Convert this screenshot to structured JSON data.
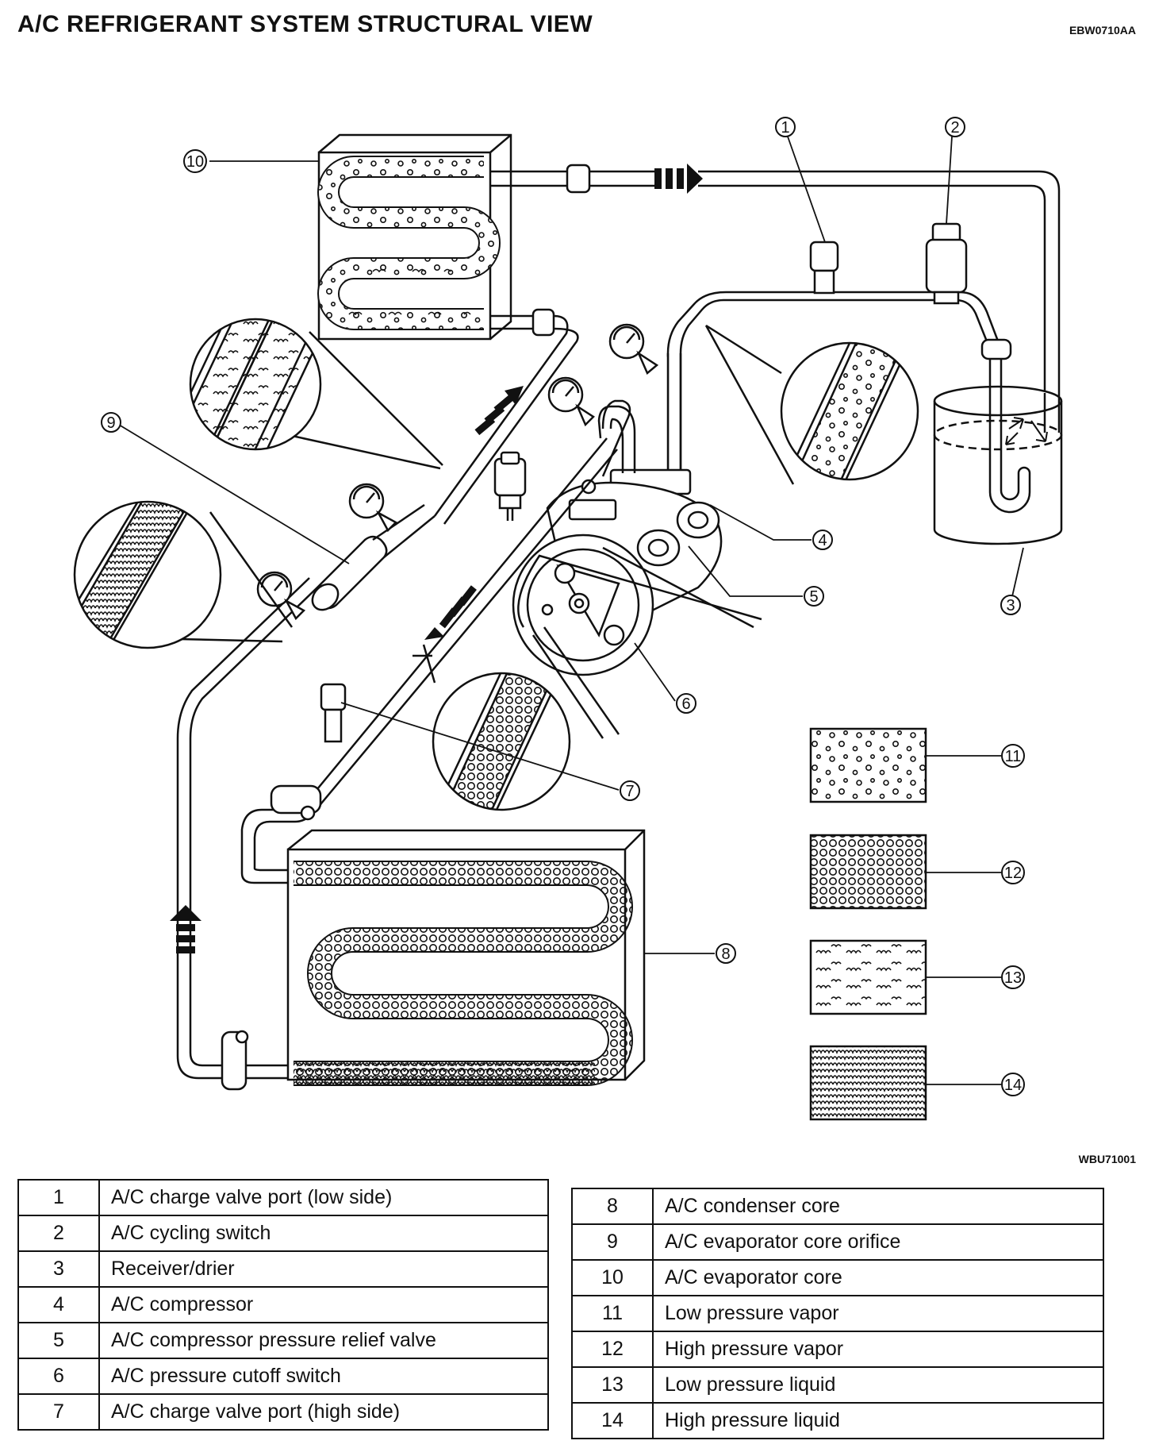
{
  "title": "A/C REFRIGERANT SYSTEM STRUCTURAL VIEW",
  "code_top": "EBW0710AA",
  "code_bottom": "WBU71001",
  "callouts": [
    "1",
    "2",
    "3",
    "4",
    "5",
    "6",
    "7",
    "8",
    "9",
    "10",
    "11",
    "12",
    "13",
    "14"
  ],
  "legend_left": [
    {
      "num": "1",
      "desc": "A/C charge valve port (low side)"
    },
    {
      "num": "2",
      "desc": "A/C cycling switch"
    },
    {
      "num": "3",
      "desc": "Receiver/drier"
    },
    {
      "num": "4",
      "desc": "A/C compressor"
    },
    {
      "num": "5",
      "desc": "A/C compressor pressure relief valve"
    },
    {
      "num": "6",
      "desc": "A/C pressure cutoff switch"
    },
    {
      "num": "7",
      "desc": "A/C charge valve port (high side)"
    }
  ],
  "legend_right": [
    {
      "num": "8",
      "desc": "A/C condenser core"
    },
    {
      "num": "9",
      "desc": "A/C evaporator core orifice"
    },
    {
      "num": "10",
      "desc": "A/C evaporator core"
    },
    {
      "num": "11",
      "desc": "Low pressure vapor"
    },
    {
      "num": "12",
      "desc": "High pressure vapor"
    },
    {
      "num": "13",
      "desc": "Low pressure liquid"
    },
    {
      "num": "14",
      "desc": "High pressure liquid"
    }
  ]
}
